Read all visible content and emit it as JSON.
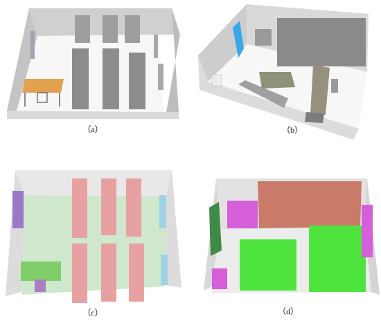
{
  "panels": [
    {
      "id": "a",
      "caption": "（a）",
      "description_type": "3d-render-archive-room"
    },
    {
      "id": "b",
      "caption": "（b）",
      "description_type": "3d-render-office-room"
    },
    {
      "id": "c",
      "caption": "（c）",
      "description_type": "segmentation-archive-room"
    },
    {
      "id": "d",
      "caption": "（d）",
      "description_type": "segmentation-office-room"
    }
  ],
  "colors": {
    "wall_light": "#e6e6e6",
    "wall_shade": "#c8c8c8",
    "floor": "#f4f4f4",
    "shelf_dark": "#8f8f8f",
    "desk_top": "#e2a14f",
    "window_blue": "#3aa8e8",
    "seg_floor": "#cfe7cc",
    "seg_shelf": "#e8a1a1",
    "seg_table": "#7fce6a",
    "seg_chair": "#a77fc2",
    "seg_window": "#9fd2e6",
    "seg_purple": "#9a79c9",
    "seg_cabinet": "#c97a68",
    "seg_green_big": "#4fe33e",
    "seg_magenta": "#d45fd8",
    "seg_dark_green": "#3f8a46"
  }
}
